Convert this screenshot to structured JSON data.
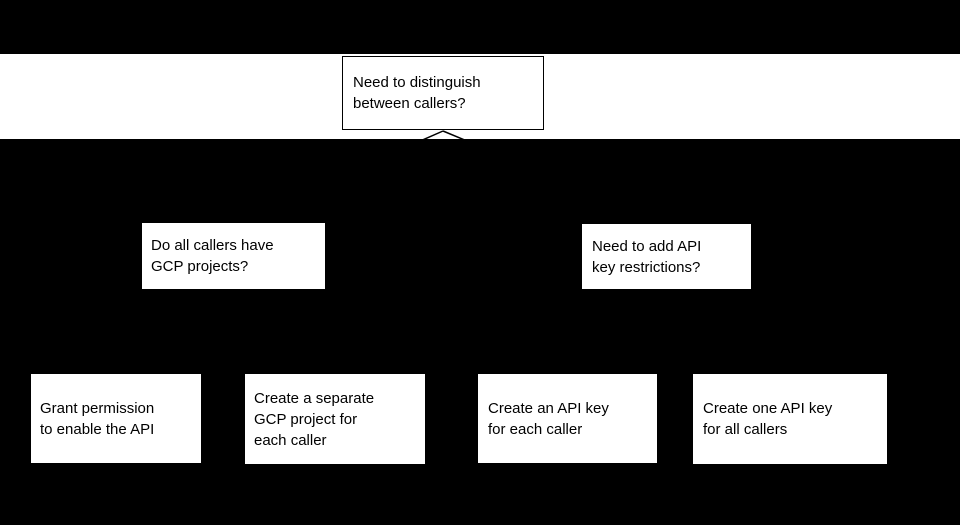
{
  "diagram": {
    "type": "flowchart-decision-tree",
    "colors": {
      "page_background": "#000000",
      "band_background": "#ffffff",
      "node_fill": "#ffffff",
      "node_border": "#000000",
      "text": "#000000",
      "connector": "#000000"
    },
    "root": {
      "label": "Need to distinguish\nbetween callers?"
    },
    "decisions": [
      {
        "label": "Do all callers have\nGCP projects?"
      },
      {
        "label": "Need to add API\nkey restrictions?"
      }
    ],
    "outcomes": [
      {
        "label": "Grant permission\nto enable the API"
      },
      {
        "label": "Create a separate\nGCP project for\neach caller"
      },
      {
        "label": "Create an API key\nfor each caller"
      },
      {
        "label": "Create one API key\nfor all callers"
      }
    ]
  }
}
